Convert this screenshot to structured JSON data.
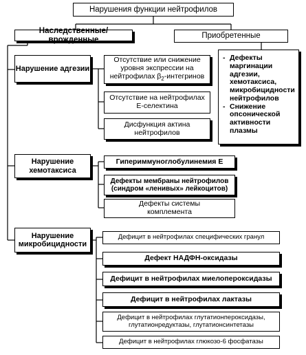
{
  "title": "Нарушения функции нейтрофилов",
  "categories": {
    "hereditary": "Наследственные/врожденные",
    "acquired": "Приобретенные"
  },
  "acquired_items": [
    "Дефекты маргинации адгезии, хемотаксиса, микробицидности нейтрофилов",
    "Снижение опсонической активности плазмы"
  ],
  "groups": {
    "adhesion": {
      "label": "Нарушение адгезии",
      "items": [
        {
          "pre": "Отсутствие или снижение уровня экспрессии на нейтрофилах β",
          "sub": "2",
          "post": "-интегринов"
        },
        {
          "text": "Отсутствие на нейтрофилах Е-селектина"
        },
        {
          "text": "Дисфункция актина нейтрофилов"
        }
      ]
    },
    "chemotaxis": {
      "label": "Нарушение хемотаксиса",
      "items": [
        "Гипериммуноглобулинемия Е",
        "Дефекты мембраны нейтрофилов (синдром «ленивых» лейкоцитов)",
        "Дефекты системы комплемента"
      ]
    },
    "microbicidity": {
      "label": "Нарушение микробицидности",
      "items": [
        "Дефицит в нейтрофилах специфических гранул",
        "Дефект НАДФН-оксидазы",
        "Дефицит в нейтрофилах миелопероксидазы",
        "Дефицит в нейтрофилах лактазы",
        "Дефицит в нейтрофилах глутатионпероксидазы, глутатионредуктазы, глутатионсинтетазы",
        "Дефицит в нейтрофилах глюкозо-6 фосфатазы"
      ]
    }
  }
}
